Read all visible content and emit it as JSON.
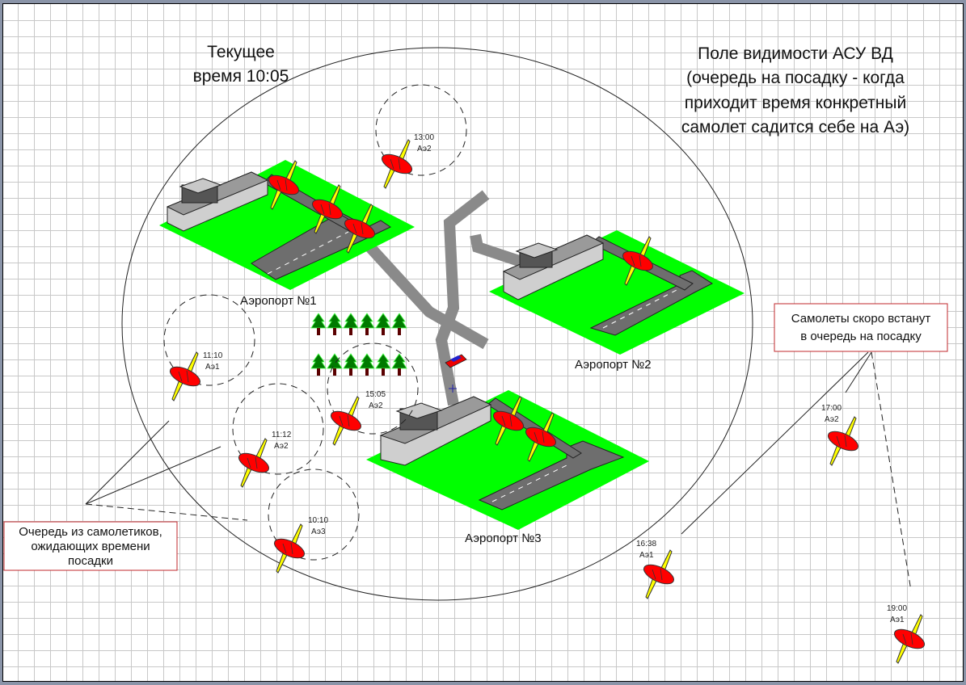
{
  "title_current_time": [
    "Текущее",
    "время 10:05"
  ],
  "title_visibility": [
    "Поле видимости АСУ ВД",
    "(очередь на посадку - когда",
    "приходит время конкретный",
    "самолет садится себе на Аэ)"
  ],
  "airports": [
    {
      "name": "Аэропорт №1"
    },
    {
      "name": "Аэропорт №2"
    },
    {
      "name": "Аэропорт №3"
    }
  ],
  "queued_planes": [
    {
      "time": "13:00",
      "airport": "Аэ2"
    },
    {
      "time": "11:10",
      "airport": "Аэ1"
    },
    {
      "time": "11:12",
      "airport": "Аэ2"
    },
    {
      "time": "15:05",
      "airport": "Аэ2"
    },
    {
      "time": "10:10",
      "airport": "Аэ3"
    }
  ],
  "incoming_planes": [
    {
      "time": "17:00",
      "airport": "Аэ2"
    },
    {
      "time": "16:38",
      "airport": "Аэ1"
    },
    {
      "time": "19:00",
      "airport": "Аэ1"
    }
  ],
  "callouts": {
    "queue": [
      "Очередь из самолетиков,",
      "ожидающих времени",
      "посадки"
    ],
    "incoming": [
      "Самолеты скоро встанут",
      "в очередь на посадку"
    ]
  },
  "colors": {
    "grass": "#00ff00",
    "plane_body": "#ff0000",
    "plane_wing": "#ffff00",
    "callout_border": "#c0282d",
    "road": "#888888"
  }
}
